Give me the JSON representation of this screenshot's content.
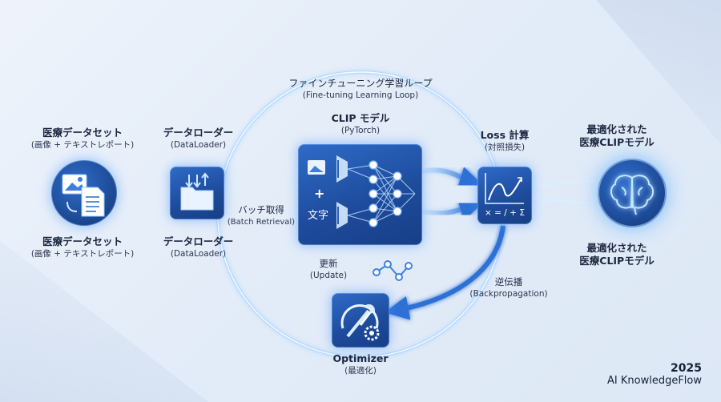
{
  "loop": {
    "title": "ファインチューニング学習ループ",
    "subtitle": "(Fine-tuning Learning Loop)"
  },
  "dataset_top": {
    "title": "医療データセット",
    "subtitle": "(画像 + テキストレポート)"
  },
  "dataset_bottom": {
    "title": "医療データセット",
    "subtitle": "(画像 + テキストレポート)"
  },
  "loader_top": {
    "title": "データローダー",
    "subtitle": "(DataLoader)"
  },
  "loader_bottom": {
    "title": "データローダー",
    "subtitle": "(DataLoader)"
  },
  "batch": {
    "title": "バッチ取得",
    "subtitle": "(Batch Retrieval)"
  },
  "clip": {
    "title": "CLIP モデル",
    "subtitle": "(PyTorch)",
    "plus": "+",
    "text_glyph": "文字"
  },
  "loss": {
    "title": "Loss 計算",
    "subtitle": "(対照損失)",
    "formula": "× = / + Σ"
  },
  "optimized_top": {
    "line1": "最適化された",
    "line2": "医療CLIPモデル"
  },
  "optimized_bottom": {
    "line1": "最適化された",
    "line2": "医療CLIPモデル"
  },
  "update": {
    "title": "更新",
    "subtitle": "(Update)"
  },
  "backprop": {
    "title": "逆伝播",
    "subtitle": "(Backpropagation)"
  },
  "optimizer": {
    "title": "Optimizer",
    "subtitle": "(最適化)"
  },
  "brand": {
    "year": "2025",
    "name": "AI KnowledgeFlow"
  },
  "colors": {
    "accent": "#2a63c0",
    "dark": "#183f86",
    "glow": "#7fc4ff"
  }
}
